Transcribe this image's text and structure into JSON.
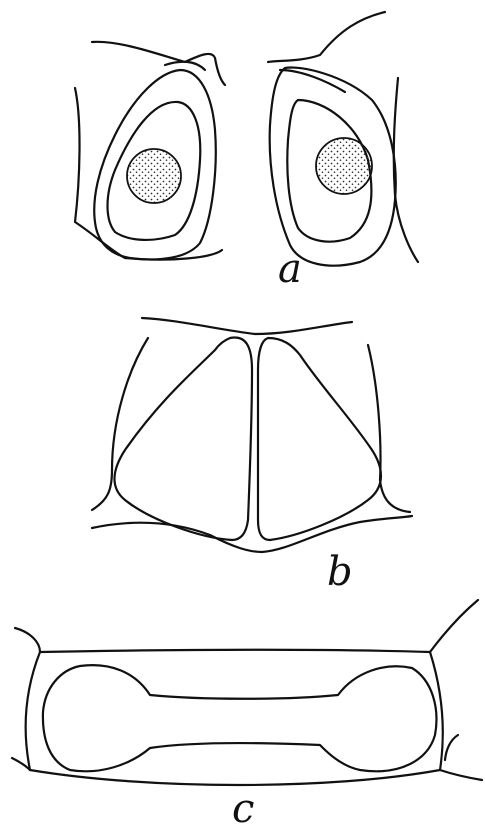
{
  "figure": {
    "panels": [
      {
        "id": "a",
        "label": "a"
      },
      {
        "id": "b",
        "label": "b"
      },
      {
        "id": "c",
        "label": "c"
      }
    ],
    "colors": {
      "ink": "#111111",
      "background": "#ffffff",
      "stipple": "#333333"
    }
  }
}
